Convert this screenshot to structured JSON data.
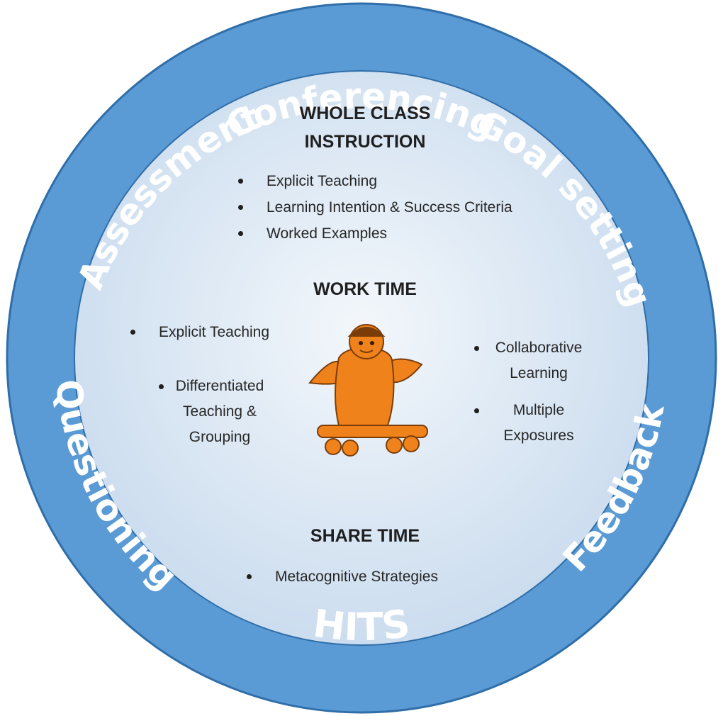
{
  "ring": {
    "top": "Conferencing",
    "top_left": "Assessment",
    "top_right": "Goal setting",
    "bottom_left": "Questioning",
    "bottom_right": "Feedback",
    "bottom": "HITS"
  },
  "whole_class": {
    "heading_line1": "WHOLE CLASS",
    "heading_line2": "INSTRUCTION",
    "items": [
      "Explicit Teaching",
      "Learning Intention & Success Criteria",
      "Worked Examples"
    ]
  },
  "work_time": {
    "heading": "WORK TIME",
    "left_items": [
      "Explicit Teaching",
      "Differentiated Teaching & Grouping"
    ],
    "right_items": [
      "Collaborative Learning",
      "Multiple Exposures"
    ]
  },
  "share_time": {
    "heading": "SHARE TIME",
    "items": [
      "Metacognitive Strategies"
    ]
  },
  "colors": {
    "outer_ring": "#5b9bd5",
    "ring_edge": "#2f6ea8",
    "inner_light": "#eef4fa",
    "inner_mid": "#d4e3f2",
    "mascot": "#f0821c"
  }
}
